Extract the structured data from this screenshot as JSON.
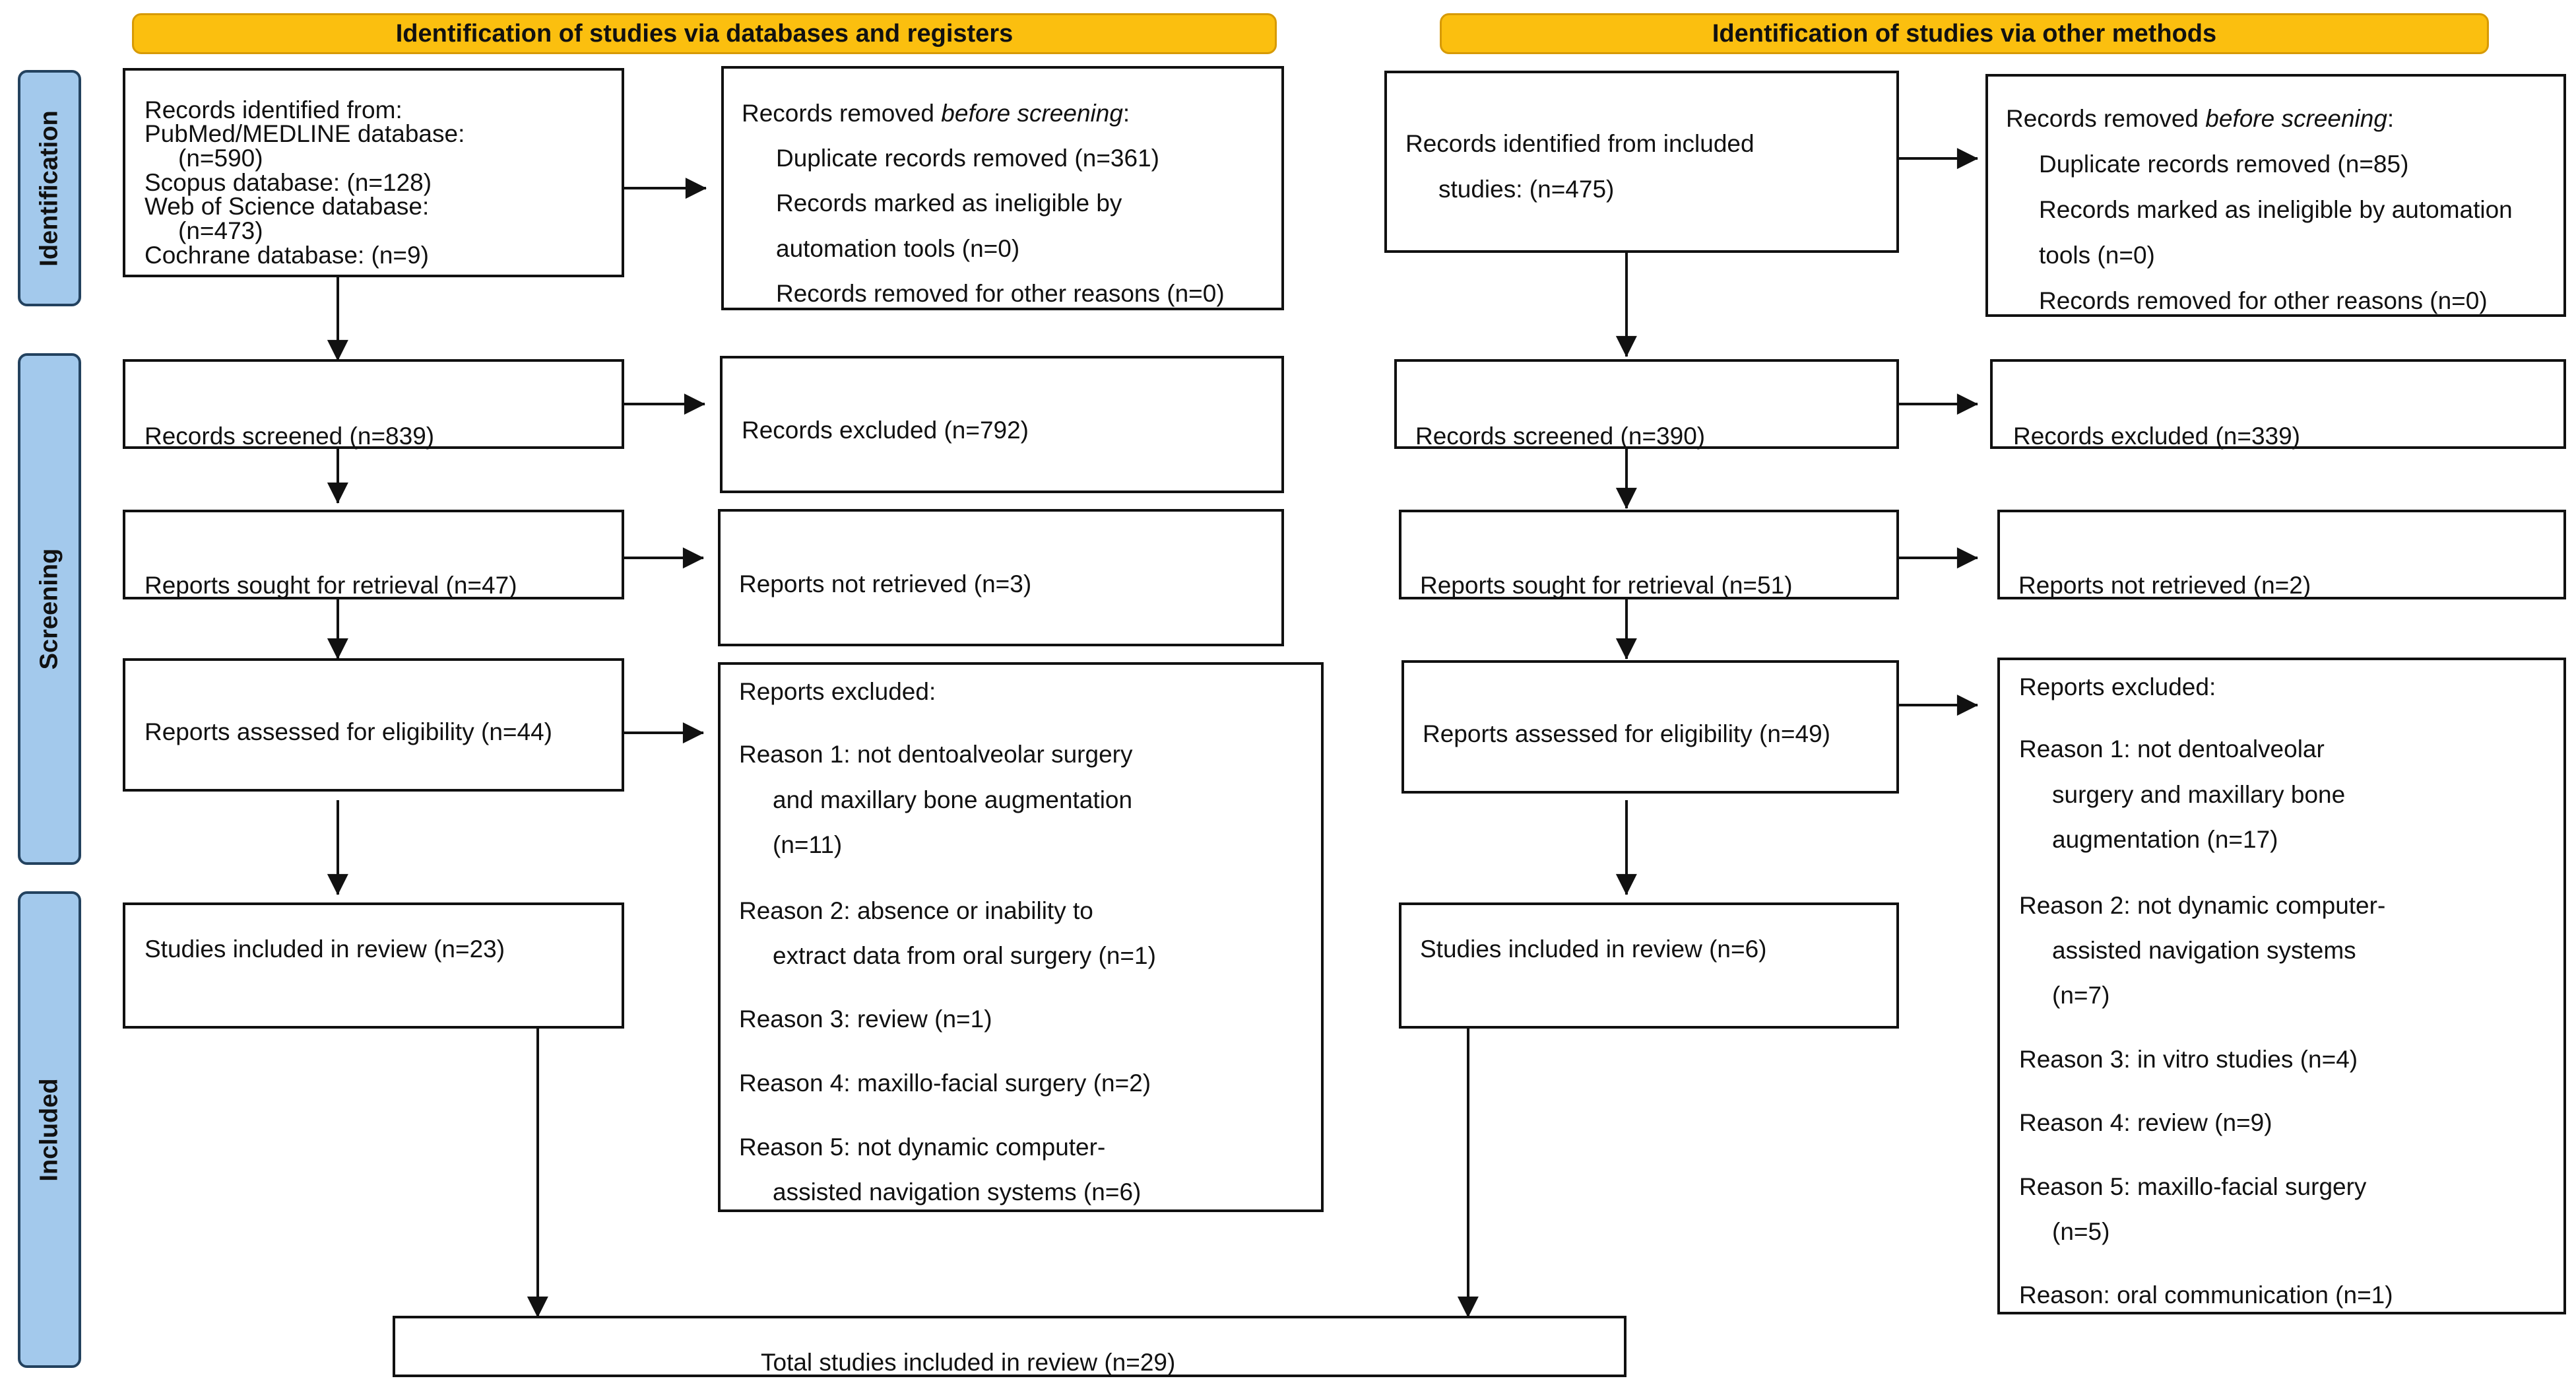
{
  "headers": {
    "left": "Identification of studies via databases and registers",
    "right": "Identification of studies via other methods"
  },
  "phases": {
    "identification": "Identification",
    "screening": "Screening",
    "included": "Included"
  },
  "boxes": {
    "db_identified": [
      "Records identified from:",
      "PubMed/MEDLINE  database:",
      "(n=590)",
      "Scopus database: (n=128)",
      "Web of Science database:",
      "(n=473)",
      "Cochrane database: (n=9)"
    ],
    "db_removed": {
      "title_prefix": "Records removed ",
      "title_italic": "before screening",
      "title_suffix": ":",
      "lines": [
        "Duplicate records removed (n=361)",
        "Records marked as ineligible by",
        "automation tools (n=0)",
        "Records removed for other  reasons (n=0)"
      ]
    },
    "db_screened": "Records screened (n=839)",
    "db_excluded": "Records excluded (n=792)",
    "db_sought": "Reports sought for retrieval  (n=47)",
    "db_not_retrieved": "Reports not retrieved  (n=3)",
    "db_assessed": "Reports assessed for eligibility  (n=44)",
    "db_reports_excluded": [
      "Reports excluded:",
      "Reason 1: not dentoalveolar surgery",
      "and maxillary bone augmentation",
      "(n=11)",
      "Reason 2: absence or inability to",
      "extract data from oral surgery  (n=1)",
      "Reason 3: review (n=1)",
      "Reason 4: maxillo-facial surgery (n=2)",
      "Reason 5: not dynamic computer-",
      "assisted navigation systems (n=6)"
    ],
    "db_included": "Studies included in review (n=23)",
    "om_identified": [
      "Records identified from included",
      "studies: (n=475)"
    ],
    "om_removed": {
      "title_prefix": "Records removed ",
      "title_italic": "before screening",
      "title_suffix": ":",
      "lines": [
        "Duplicate records removed (n=85)",
        "Records marked as ineligible by automation",
        "tools (n=0)",
        "Records removed for other  reasons (n=0)"
      ]
    },
    "om_screened": "Records screened  (n=390)",
    "om_excluded": "Records excluded (n=339)",
    "om_sought": "Reports sought for retrieval  (n=51)",
    "om_not_retrieved": "Reports not retrieved  (n=2)",
    "om_assessed": "Reports assessed for eligibility  (n=49)",
    "om_reports_excluded": [
      "Reports excluded:",
      "Reason 1: not dentoalveolar",
      "surgery and maxillary bone",
      "augmentation  (n=17)",
      "Reason 2: not dynamic computer-",
      "assisted navigation systems",
      "(n=7)",
      "Reason 3: in vitro studies (n=4)",
      "Reason 4: review  (n=9)",
      "Reason 5: maxillo-facial surgery",
      "(n=5)",
      "Reason: oral communication (n=1)"
    ],
    "om_included": "Studies included in review (n=6)",
    "total": "Total studies included in review (n=29)"
  }
}
